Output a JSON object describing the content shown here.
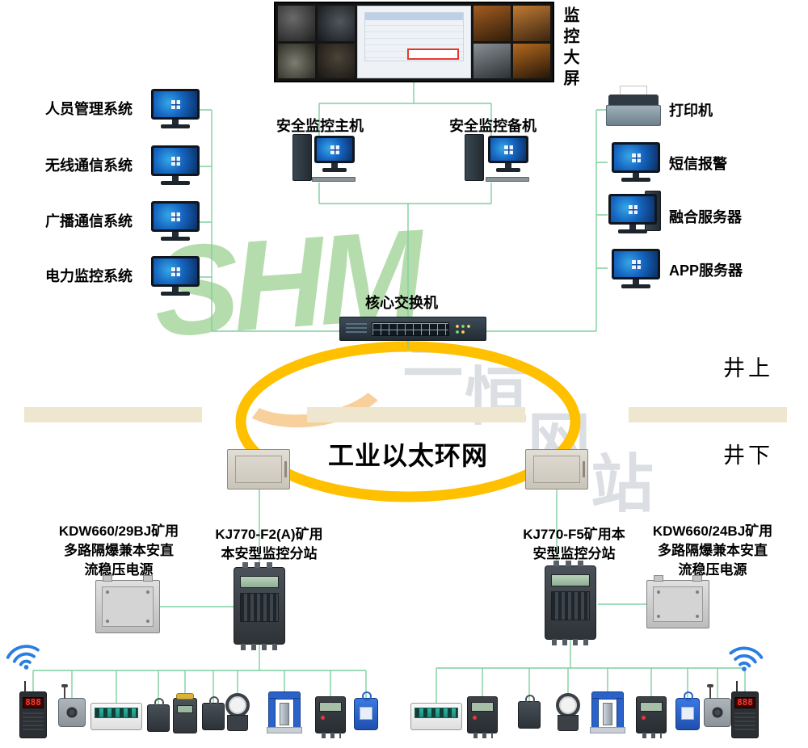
{
  "colors": {
    "line-color": "#7fcf9f",
    "ring-color": "#ffc000",
    "accent-blue": "#2a7de1"
  },
  "watermark": {
    "logo": "SHM",
    "chars": [
      "三",
      "恒",
      "网",
      "站"
    ]
  },
  "big_screen": {
    "label": "监控大屏"
  },
  "left_systems": [
    {
      "label": "人员管理系统"
    },
    {
      "label": "无线通信系统"
    },
    {
      "label": "广播通信系统"
    },
    {
      "label": "电力监控系统"
    }
  ],
  "hosts": {
    "primary": "安全监控主机",
    "backup": "安全监控备机"
  },
  "core_switch": {
    "label": "核心交换机"
  },
  "right_devices": [
    {
      "label": "打印机"
    },
    {
      "label": "短信报警"
    },
    {
      "label": "融合服务器"
    },
    {
      "label": "APP服务器"
    }
  ],
  "ring": {
    "label": "工业以太环网"
  },
  "zones": {
    "above": "井上",
    "below": "井下"
  },
  "underground": {
    "power_left": "KDW660/29BJ矿用\n多路隔爆兼本安直\n流稳压电源",
    "substation_left": "KJ770-F2(A)矿用\n本安型监控分站",
    "substation_right": "KJ770-F5矿用本\n安型监控分站",
    "power_right": "KDW660/24BJ矿用\n多路隔爆兼本安直\n流稳压电源"
  },
  "sensors": {
    "led_value": "888"
  }
}
